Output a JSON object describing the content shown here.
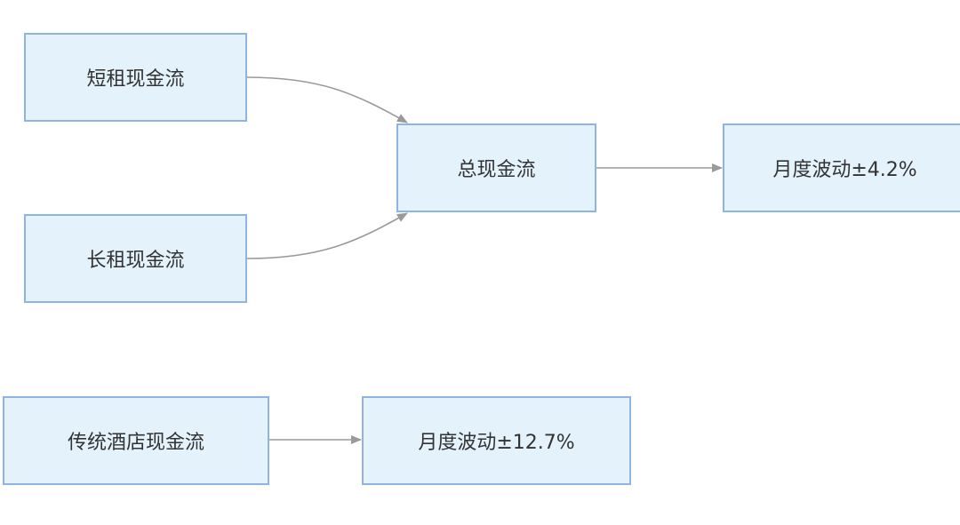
{
  "nodes": {
    "short_rent": "短租现金流",
    "long_rent": "长租现金流",
    "total": "总现金流",
    "total_volatility": "月度波动±4.2%",
    "traditional_hotel": "传统酒店现金流",
    "hotel_volatility": "月度波动±12.7%"
  },
  "edges": [
    {
      "from": "short_rent",
      "to": "total"
    },
    {
      "from": "long_rent",
      "to": "total"
    },
    {
      "from": "total",
      "to": "total_volatility"
    },
    {
      "from": "traditional_hotel",
      "to": "hotel_volatility"
    }
  ],
  "colors": {
    "node_fill": "#e3f2fb",
    "node_border": "#8fb3e3",
    "edge": "#9a9a9a",
    "text": "#333333"
  }
}
